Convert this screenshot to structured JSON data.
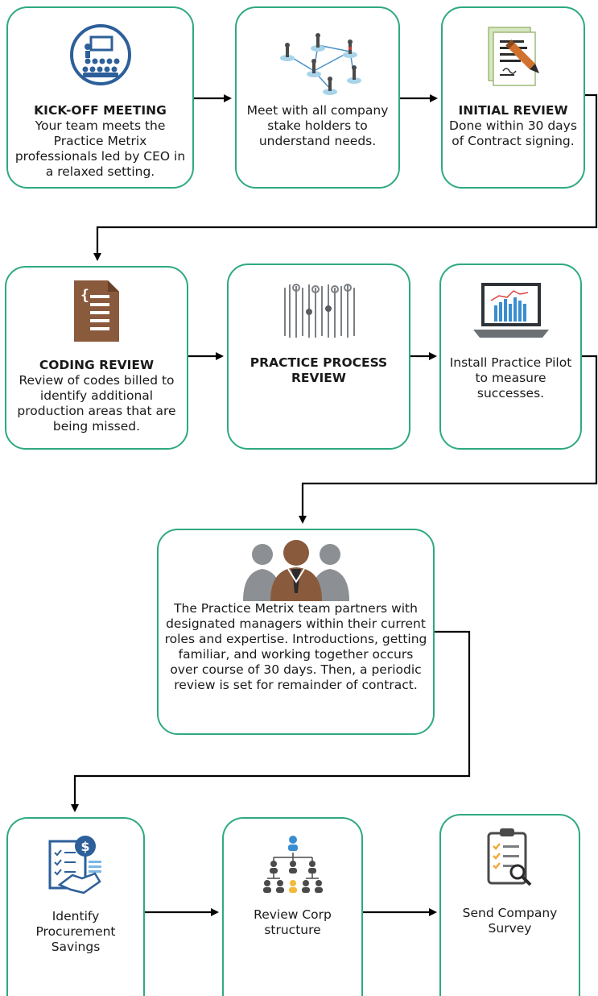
{
  "steps": {
    "kickoff": {
      "title": "KICK-OFF MEETING",
      "body": "Your team meets the Practice Metrix professionals led by CEO in a relaxed setting."
    },
    "stakeholders": {
      "body": "Meet with all company stake holders to understand needs."
    },
    "initial_review": {
      "title": "INITIAL REVIEW",
      "body": "Done within 30 days of Contract signing."
    },
    "coding_review": {
      "title": "CODING REVIEW",
      "body": "Review of codes billed to identify additional production areas that are being missed."
    },
    "process_review": {
      "title": "PRACTICE PROCESS REVIEW"
    },
    "install_pilot": {
      "body": "Install Practice Pilot to measure successes."
    },
    "partners": {
      "body": "The Practice Metrix team partners with designated managers within their current roles and expertise. Introductions, getting familiar, and working together occurs over course of 30 days. Then, a periodic review is set for remainder of contract."
    },
    "procurement": {
      "body": "Identify Procurement Savings"
    },
    "corp_structure": {
      "body": "Review Corp structure"
    },
    "survey": {
      "body": "Send Company Survey"
    }
  },
  "colors": {
    "border": "#2eaa7e",
    "arrow": "#000000",
    "icon_blue": "#2d5f9a",
    "icon_brown": "#8a5a3c",
    "icon_gray": "#8c8f93"
  }
}
